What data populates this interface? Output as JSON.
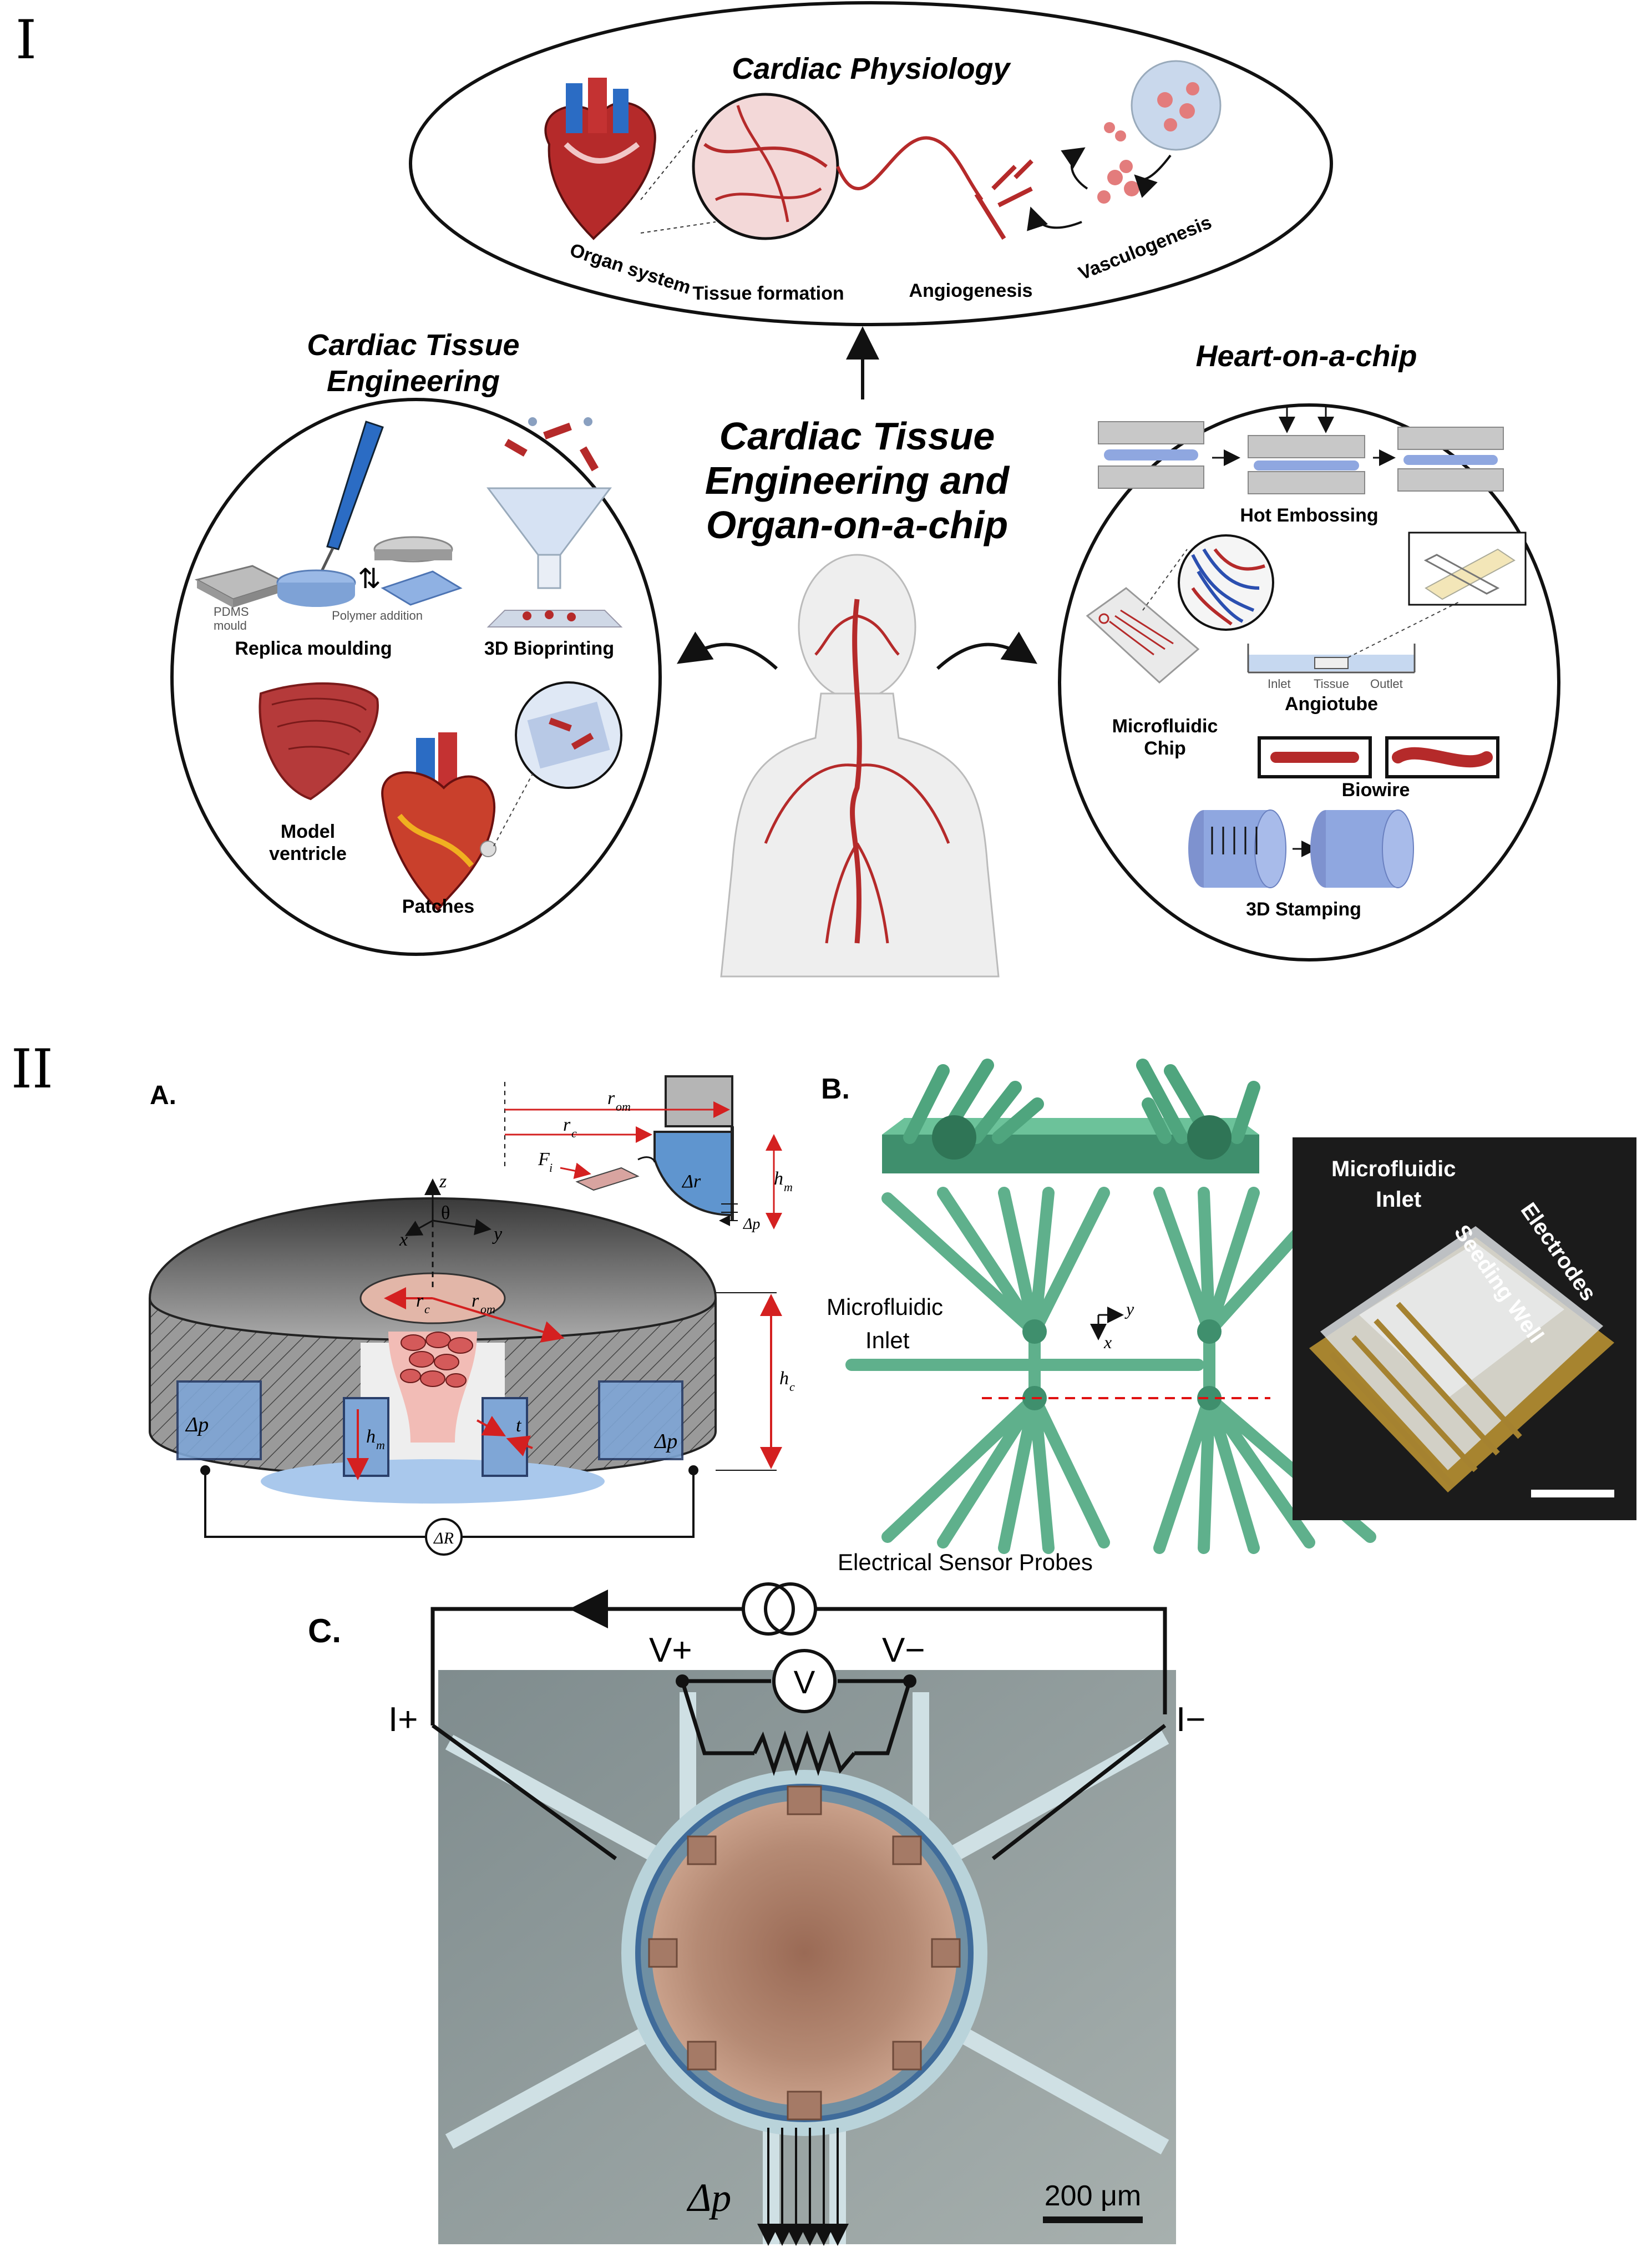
{
  "panel_one": {
    "numeral": "I",
    "center_title": [
      "Cardiac Tissue",
      "Engineering and",
      "Organ-on-a-chip"
    ],
    "physiology": {
      "title": "Cardiac Physiology",
      "labels": {
        "organ_system": "Organ system",
        "tissue_formation": "Tissue formation",
        "angiogenesis": "Angiogenesis",
        "vasculogenesis": "Vasculogenesis"
      }
    },
    "tissue_engineering": {
      "title": [
        "Cardiac Tissue",
        "Engineering"
      ],
      "pdms": [
        "PDMS",
        "mould"
      ],
      "polymer_addition": "Polymer addition",
      "replica_moulding": "Replica moulding",
      "bioprinting": "3D Bioprinting",
      "model_ventricle": [
        "Model",
        "ventricle"
      ],
      "patches": "Patches"
    },
    "heart_on_chip": {
      "title": "Heart-on-a-chip",
      "hot_embossing": "Hot Embossing",
      "inlet": "Inlet",
      "tissue": "Tissue",
      "outlet": "Outlet",
      "angiotube": "Angiotube",
      "microfluidic_chip": [
        "Microfluidic",
        "Chip"
      ],
      "biowire": "Biowire",
      "stamping": "3D Stamping"
    }
  },
  "panel_two": {
    "numeral": "II",
    "a": {
      "label": "A.",
      "symbols": {
        "r_om": "r",
        "r_om_sub": "om",
        "r_c": "r",
        "r_c_sub": "c",
        "h_m": "h",
        "h_m_sub": "m",
        "h_c": "h",
        "h_c_sub": "c",
        "f_i": "F",
        "f_i_sub": "i",
        "delta_r": "Δr",
        "delta_p": "Δp",
        "delta_R": "ΔR",
        "z": "z",
        "x": "x",
        "y": "y",
        "theta": "θ",
        "t": "t"
      }
    },
    "b": {
      "label": "B.",
      "microfluidic_inlet": [
        "Microfluidic",
        "Inlet"
      ],
      "sensor_probes": "Electrical Sensor Probes",
      "photo_inlet": [
        "Microfluidic",
        "Inlet"
      ],
      "electrodes": "Electrodes",
      "seeding_well": "Seeding Well",
      "axis_y": "y",
      "axis_x": "x"
    },
    "c": {
      "label": "C.",
      "v_plus": "V+",
      "v_minus": "V−",
      "i_plus": "I+",
      "i_minus": "I−",
      "voltmeter": "V",
      "delta_p": "Δp",
      "scale_bar": "200 μm"
    }
  }
}
